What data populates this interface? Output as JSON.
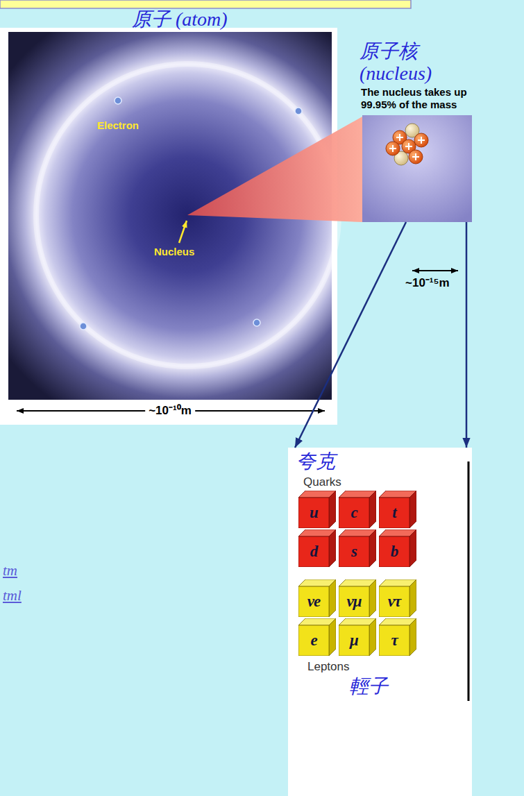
{
  "diagram": {
    "nodes": [
      {
        "text": [
          "原子 (atom)",
          "Electron",
          "Nucleus",
          "~10⁻¹⁰m"
        ]
      },
      {
        "text": [
          "原子核 (nucleus)",
          "The nucleus takes up 99.95% of the mass",
          "~10⁻¹⁵m"
        ]
      },
      {
        "text": [
          "夸克",
          "Quarks",
          "Leptons",
          "輕子"
        ]
      },
      {
        "text": [
          "u"
        ],
        "in": 2
      },
      {
        "text": [
          "c"
        ],
        "in": 2
      },
      {
        "text": [
          "t"
        ],
        "in": 2
      },
      {
        "text": [
          "d"
        ],
        "in": 2
      },
      {
        "text": [
          "s"
        ],
        "in": 2
      },
      {
        "text": [
          "b"
        ],
        "in": 2
      },
      {
        "text": [
          "νe"
        ],
        "in": 2
      },
      {
        "text": [
          "νμ"
        ],
        "in": 2
      },
      {
        "text": [
          "ντ"
        ],
        "in": 2
      },
      {
        "text": [
          "e"
        ],
        "in": 2
      },
      {
        "text": [
          "μ"
        ],
        "in": 2
      },
      {
        "text": [
          "τ"
        ],
        "in": 2
      }
    ],
    "edges": [
      {
        "from": 1,
        "to": 2,
        "arrow": "to"
      },
      {
        "from": 1,
        "to": 2,
        "arrow": "to"
      }
    ],
    "labels": [
      "tm",
      "tml"
    ]
  }
}
